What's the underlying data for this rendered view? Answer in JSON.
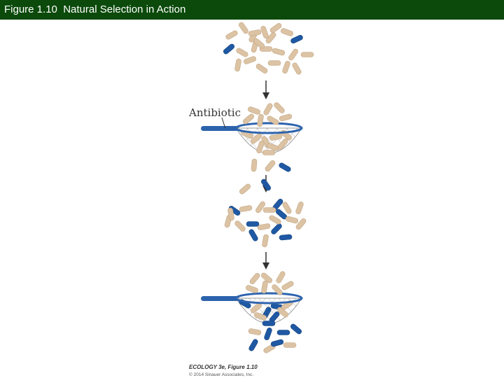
{
  "header": {
    "title": "Figure 1.10  Natural Selection in Action",
    "background": "#0b4a0b",
    "text_color": "#ffffff"
  },
  "figure": {
    "antibiotic_label": "Antibiotic",
    "credit_line": "ECOLOGY 3e, Figure 1.10",
    "copyright": "© 2014 Sinauer Associates, Inc.",
    "colors": {
      "susceptible_bacteria": "#dcc3a4",
      "resistant_bacteria": "#1f58a3",
      "strainer_rim": "#2c63ad",
      "arrow": "#333333"
    }
  }
}
